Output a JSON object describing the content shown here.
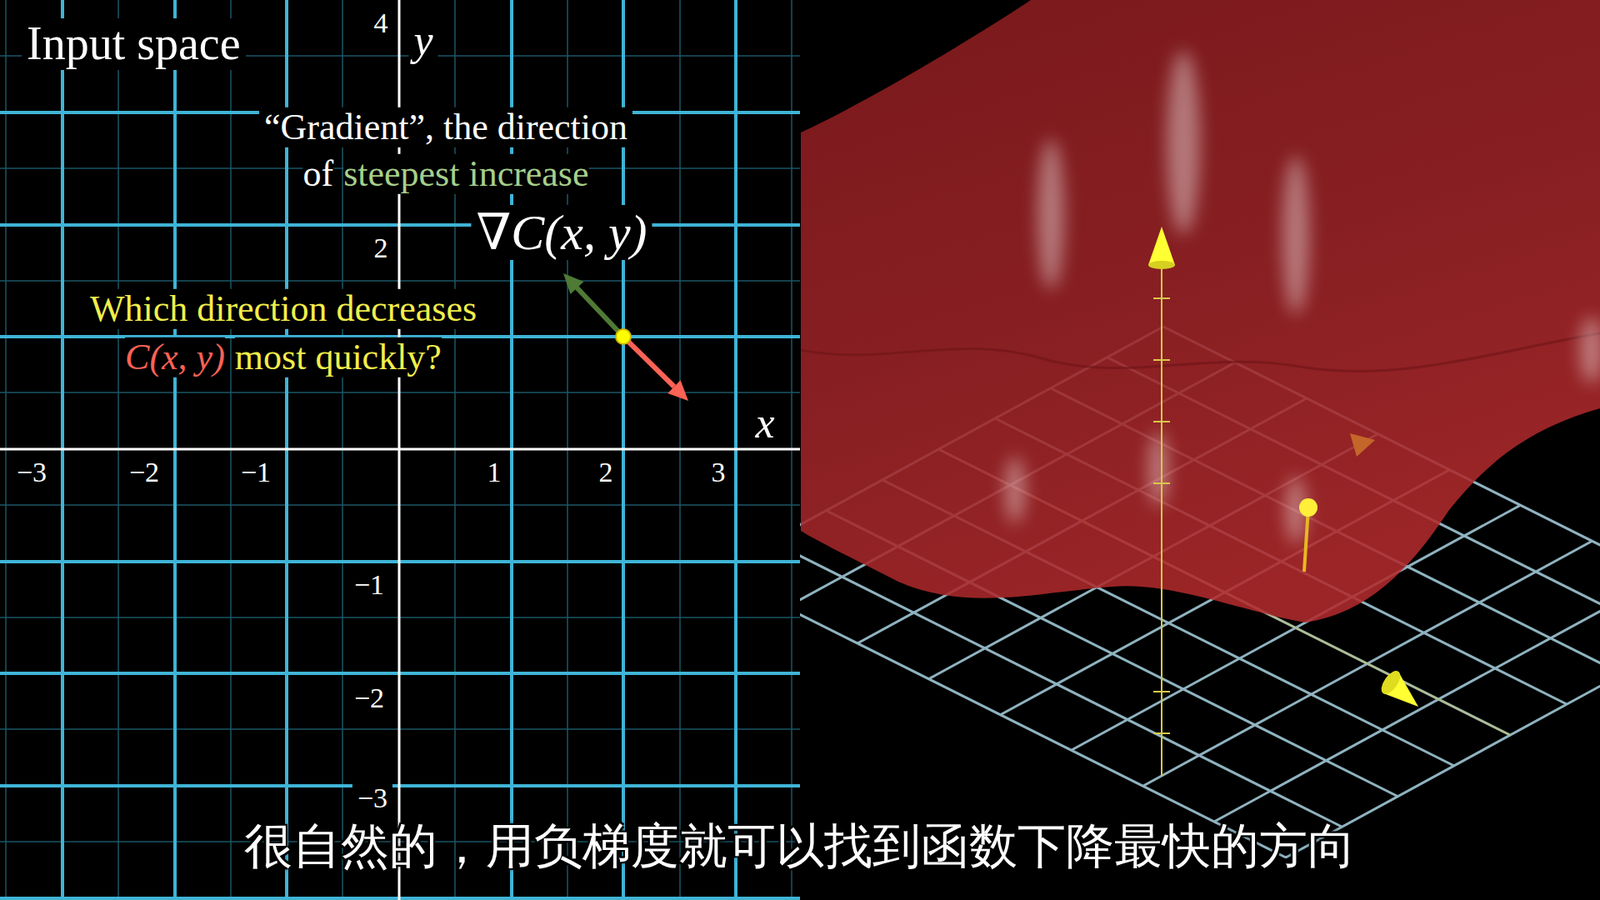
{
  "diagram": {
    "title": "Input space",
    "caption": "很自然的，用负梯度就可以找到函数下降最快的方向",
    "labels": [
      "4",
      "y",
      "“Gradient”, the direction",
      "of",
      "steepest increase",
      "∇C(x, y)",
      "2",
      "Which direction decreases",
      "C(x, y)",
      "most quickly?",
      "x",
      "−3",
      "−2",
      "−1",
      "1",
      "2",
      "3",
      "−1",
      "−2",
      "−3"
    ]
  }
}
